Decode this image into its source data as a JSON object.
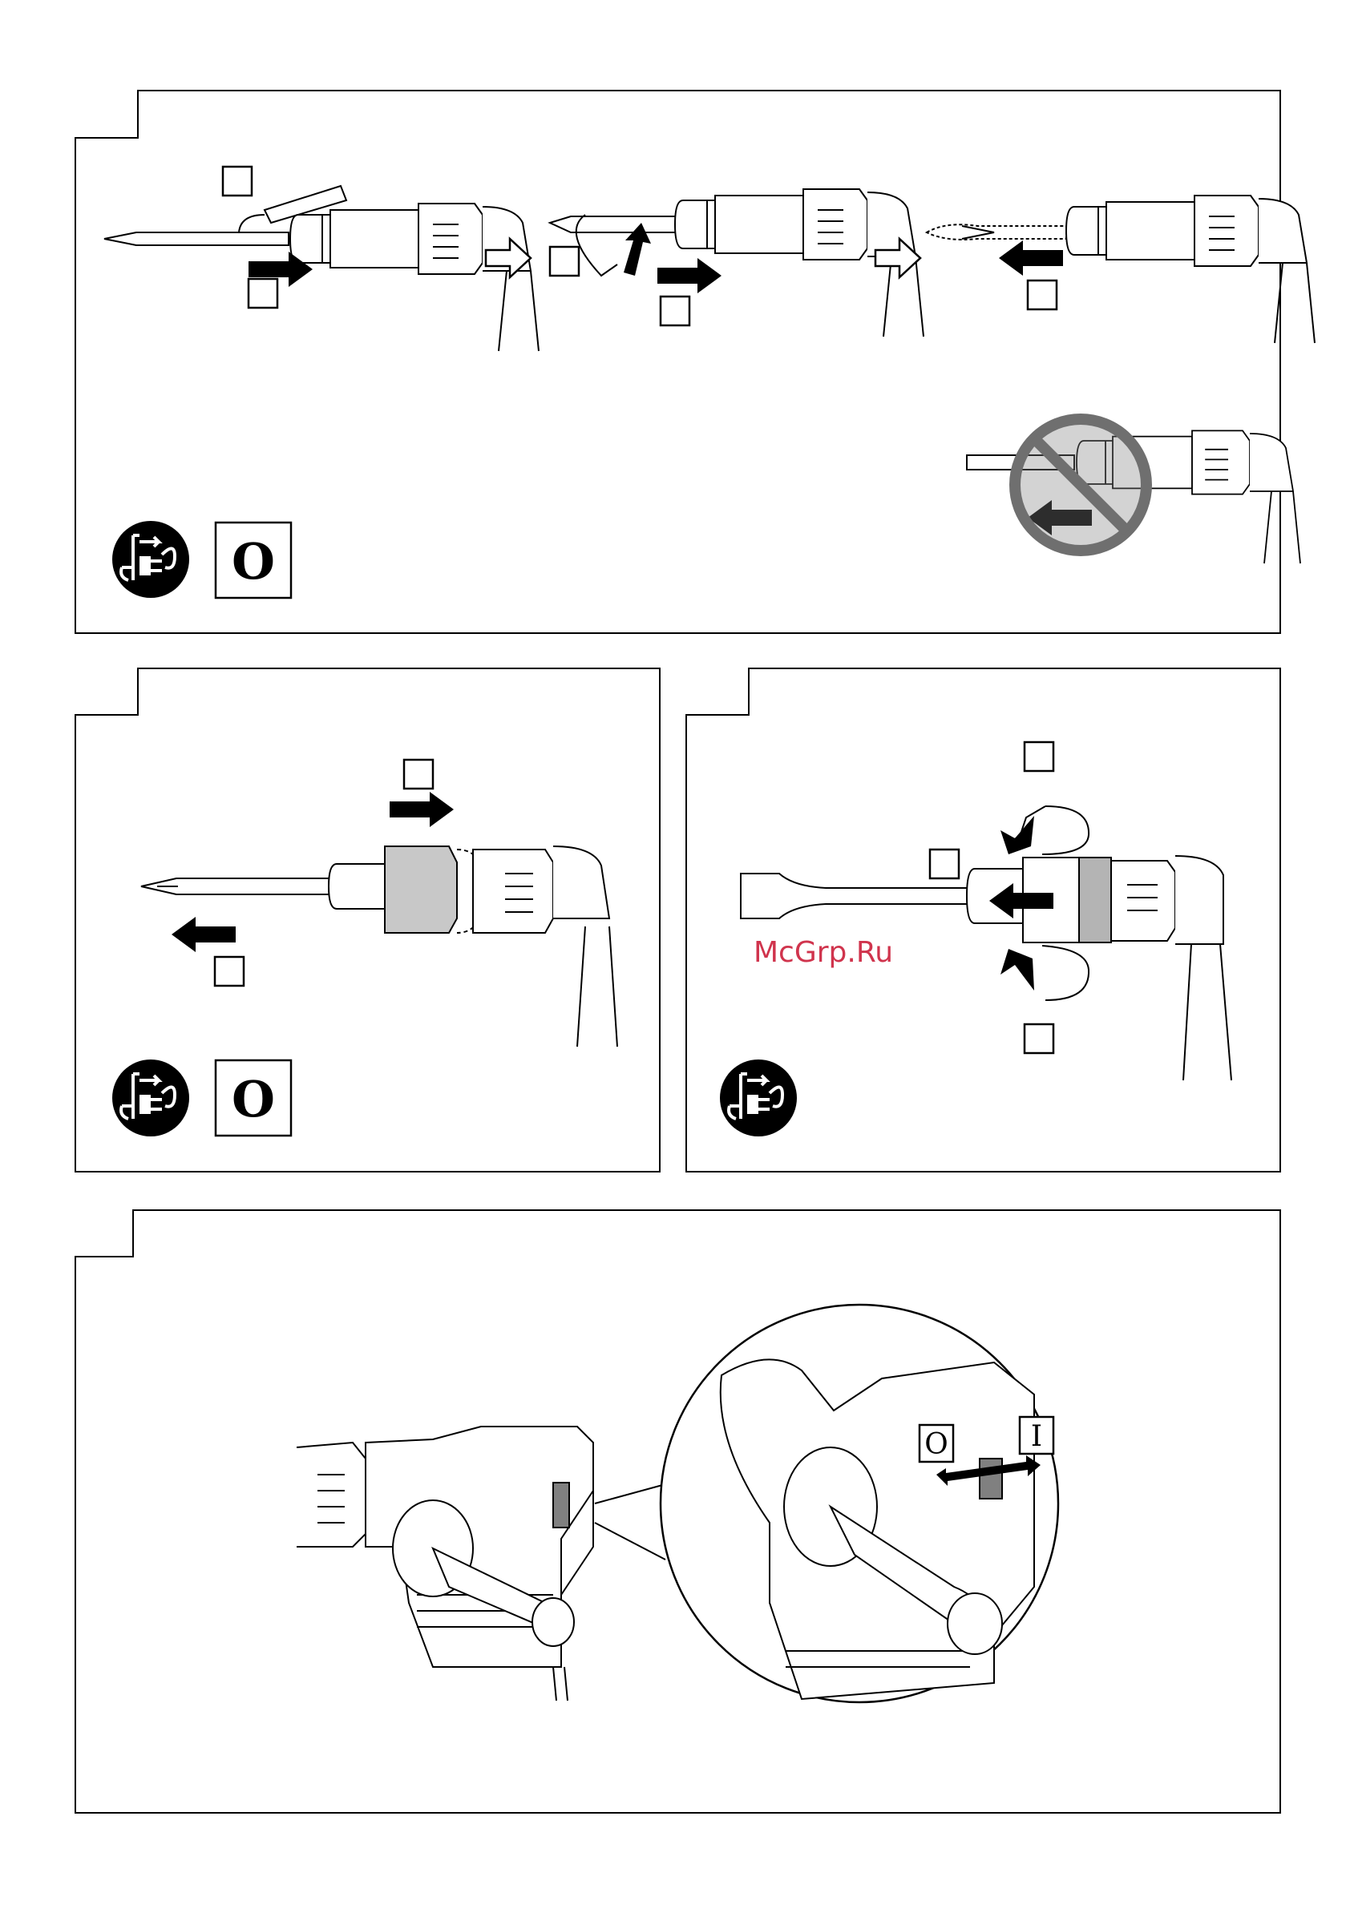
{
  "watermark": "McGrp.Ru",
  "switch_off": "O",
  "switch_on": "I",
  "icons": {
    "unplug": "unplug-before-work-icon",
    "prohibited": "prohibited-sign-icon",
    "step_arrow": "next-step-outline-arrow-icon"
  }
}
